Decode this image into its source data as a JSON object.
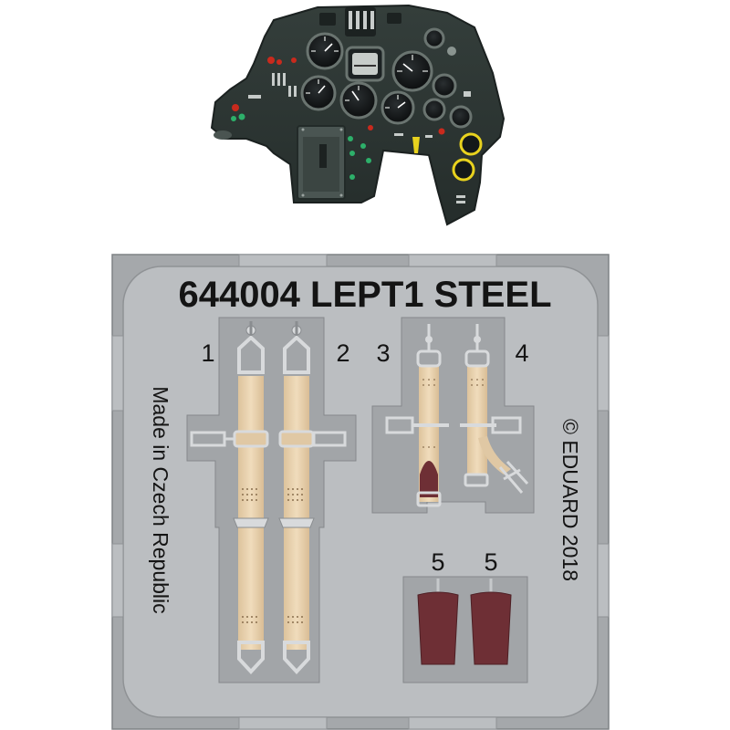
{
  "fret": {
    "title": "644004 LEPT1 STEEL",
    "side_left": "Made in Czech Republic",
    "side_right": "© EDUARD 2018",
    "part_numbers": [
      "1",
      "2",
      "3",
      "4",
      "5",
      "5"
    ]
  },
  "colors": {
    "background": "#ffffff",
    "fret_metal": "#b9bcbf",
    "fret_dark": "#a1a4a7",
    "cutout": "#8a8d90",
    "belt": "#e9d3b1",
    "belt_shadow": "#d6bb93",
    "pad": "#6e2f35",
    "buckle": "#d3d5d7",
    "panel": "#2c3533",
    "panel_light": "#3c4744",
    "gauge_face": "#111416",
    "gauge_rim": "#5d6764",
    "yellow": "#e8d21e",
    "red": "#c92a1d",
    "green": "#2db06a"
  },
  "icons": {
    "panel": "instrument-panel-icon"
  }
}
